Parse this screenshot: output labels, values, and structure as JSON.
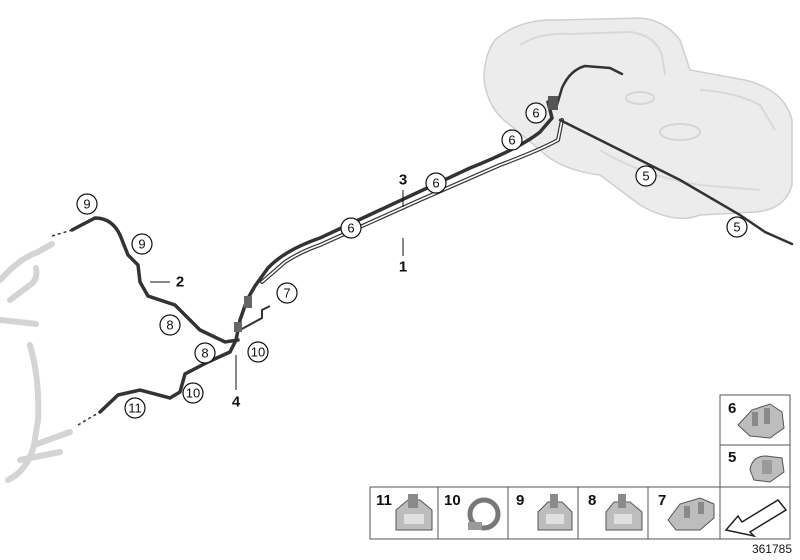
{
  "diagram": {
    "document_number": "361785",
    "part_labels": {
      "p1": "1",
      "p2": "2",
      "p3": "3",
      "p4": "4"
    },
    "callouts": {
      "c5a": "5",
      "c5b": "5",
      "c6a": "6",
      "c6b": "6",
      "c6c": "6",
      "c6d": "6",
      "c7": "7",
      "c8a": "8",
      "c8b": "8",
      "c9a": "9",
      "c9b": "9",
      "c10a": "10",
      "c10b": "10",
      "c11": "11"
    },
    "legend": {
      "side": [
        {
          "label": "6",
          "icon": "clip-icon"
        },
        {
          "label": "5",
          "icon": "clip-icon"
        }
      ],
      "bottom": [
        {
          "label": "11",
          "icon": "clip-icon"
        },
        {
          "label": "10",
          "icon": "hose-clamp-icon"
        },
        {
          "label": "9",
          "icon": "clip-icon"
        },
        {
          "label": "8",
          "icon": "clip-icon"
        },
        {
          "label": "7",
          "icon": "clip-icon"
        }
      ],
      "arrow_icon": "direction-arrow-icon"
    },
    "colors": {
      "line_dark": "#333333",
      "tank_fill": "#e6e6e6",
      "ghost_pipe": "#cfcfcf"
    }
  }
}
